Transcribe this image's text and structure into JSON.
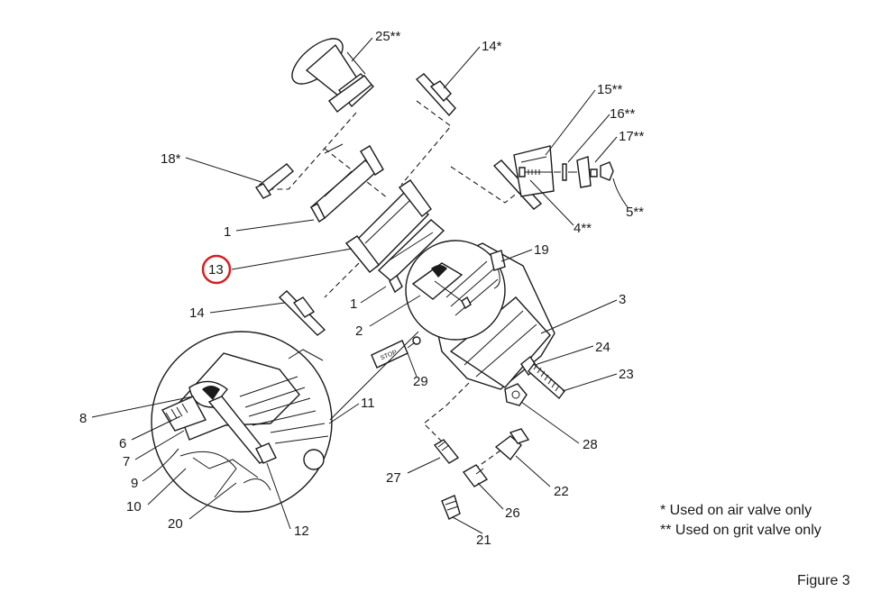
{
  "callouts": [
    {
      "id": "c25",
      "text": "25**"
    },
    {
      "id": "c14a",
      "text": "14*"
    },
    {
      "id": "c15",
      "text": "15**"
    },
    {
      "id": "c16",
      "text": "16**"
    },
    {
      "id": "c17",
      "text": "17**"
    },
    {
      "id": "c18",
      "text": "18*"
    },
    {
      "id": "c5",
      "text": "5**"
    },
    {
      "id": "c4",
      "text": "4**"
    },
    {
      "id": "c1a",
      "text": "1"
    },
    {
      "id": "c13",
      "text": "13"
    },
    {
      "id": "c19",
      "text": "19"
    },
    {
      "id": "c1b",
      "text": "1"
    },
    {
      "id": "c14b",
      "text": "14"
    },
    {
      "id": "c3",
      "text": "3"
    },
    {
      "id": "c2",
      "text": "2"
    },
    {
      "id": "c24",
      "text": "24"
    },
    {
      "id": "c23",
      "text": "23"
    },
    {
      "id": "c29",
      "text": "29"
    },
    {
      "id": "c11",
      "text": "11"
    },
    {
      "id": "c8",
      "text": "8"
    },
    {
      "id": "c6",
      "text": "6"
    },
    {
      "id": "c7",
      "text": "7"
    },
    {
      "id": "c28",
      "text": "28"
    },
    {
      "id": "c9",
      "text": "9"
    },
    {
      "id": "c27",
      "text": "27"
    },
    {
      "id": "c22",
      "text": "22"
    },
    {
      "id": "c10",
      "text": "10"
    },
    {
      "id": "c26",
      "text": "26"
    },
    {
      "id": "c20",
      "text": "20"
    },
    {
      "id": "c12",
      "text": "12"
    },
    {
      "id": "c21",
      "text": "21"
    }
  ],
  "highlight": {
    "callout": "13",
    "color": "#d62020"
  },
  "stop_tag": "STOP",
  "notes": [
    "*  Used on air valve only",
    "** Used on grit valve only"
  ],
  "figure_label": "Figure 3"
}
